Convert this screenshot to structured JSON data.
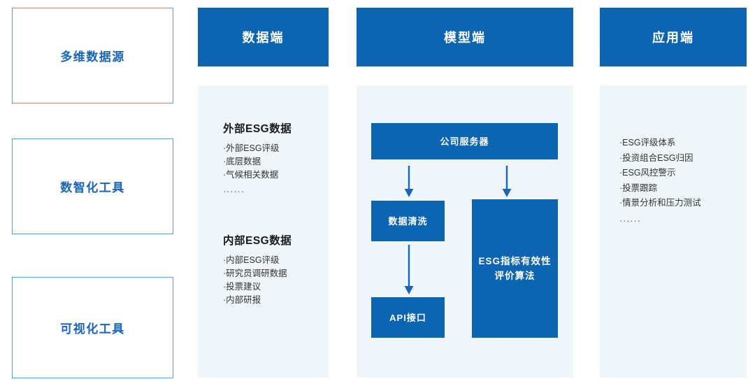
{
  "theme": {
    "brand_blue": "#0b65b3",
    "outline_blue": "#5b9bd5",
    "panel_bg": "#eef6fa",
    "label_blue": "#1565c0",
    "text_dark": "#1a1a1a"
  },
  "left_column": {
    "cards": [
      {
        "label": "多维数据源"
      },
      {
        "label": "数智化工具"
      },
      {
        "label": "可视化工具"
      }
    ]
  },
  "stages": {
    "data": {
      "header": "数据端",
      "groups": [
        {
          "title": "外部ESG数据",
          "items": [
            "·外部ESG评级",
            "·底层数据",
            "·气候相关数据"
          ],
          "ellipsis": "······"
        },
        {
          "title": "内部ESG数据",
          "items": [
            "·内部ESG评级",
            "·研究员调研数据",
            "·投票建议",
            "·内部研报"
          ],
          "ellipsis": ""
        }
      ]
    },
    "model": {
      "header": "模型端",
      "boxes": [
        {
          "label": "公司服务器"
        },
        {
          "label": "数据清洗"
        },
        {
          "label": "API接口"
        },
        {
          "label": "ESG指标有效性\n评价算法"
        }
      ],
      "arrows": [
        "arrow-down-to-cleaning",
        "arrow-down-to-algorithm",
        "arrow-down-to-api"
      ]
    },
    "application": {
      "header": "应用端",
      "items": [
        "·ESG评级体系",
        "·投资组合ESG归因",
        "·ESG风控警示",
        "·投票跟踪",
        "·情景分析和压力测试"
      ],
      "ellipsis": "······"
    }
  }
}
